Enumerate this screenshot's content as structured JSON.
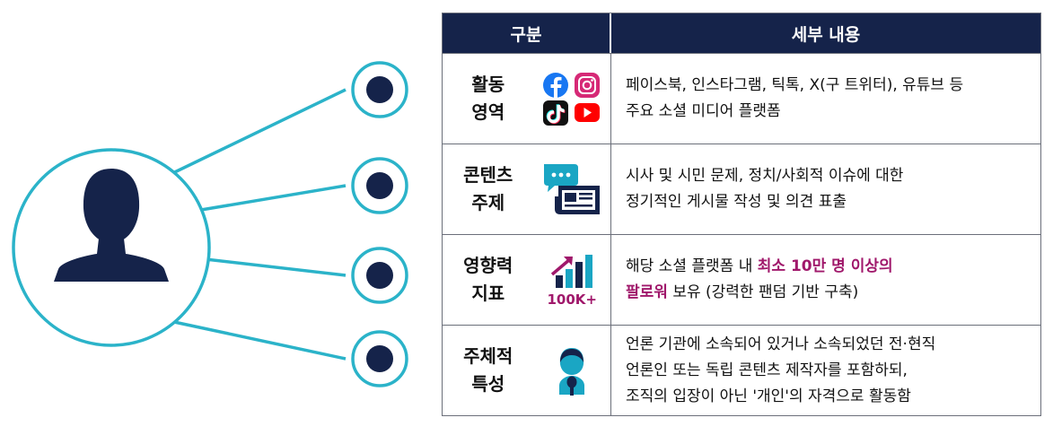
{
  "table": {
    "header": {
      "category": "구분",
      "detail": "세부 내용"
    },
    "rows": [
      {
        "label_line1": "활동",
        "label_line2": "영역",
        "icon": "social-media-icons",
        "lines": [
          "페이스북, 인스타그램, 틱톡, X(구 트위터), 유튜브 등",
          "주요 소셜 미디어 플랫폼"
        ]
      },
      {
        "label_line1": "콘텐츠",
        "label_line2": "주제",
        "icon": "chat-newspaper-icon",
        "lines": [
          "시사 및 시민 문제, 정치/사회적 이슈에 대한",
          "정기적인 게시물 작성 및 의견 표출"
        ]
      },
      {
        "label_line1": "영향력",
        "label_line2": "지표",
        "icon": "growth-chart-icon",
        "icon_text": "100K+",
        "line1_plain": "해당 소셜 플랫폼 내 ",
        "line1_highlight": "최소 10만 명 이상의",
        "line2_highlight": "팔로워",
        "line2_plain": " 보유 (강력한 팬덤 기반 구축)"
      },
      {
        "label_line1": "주체적",
        "label_line2": "특성",
        "icon": "person-microphone-icon",
        "lines": [
          "언론 기관에 소속되어 있거나 소속되었던 전·현직",
          "언론인 또는 독립 콘텐츠 제작자를 포함하되,",
          "조직의 입장이 아닌 '개인'의 자격으로 활동함"
        ]
      }
    ]
  },
  "colors": {
    "teal": "#2bb3c9",
    "navy": "#15234a",
    "highlight": "#a0186b",
    "facebook": "#1877f2",
    "instagram": "#d62976",
    "youtube": "#ff0000"
  }
}
